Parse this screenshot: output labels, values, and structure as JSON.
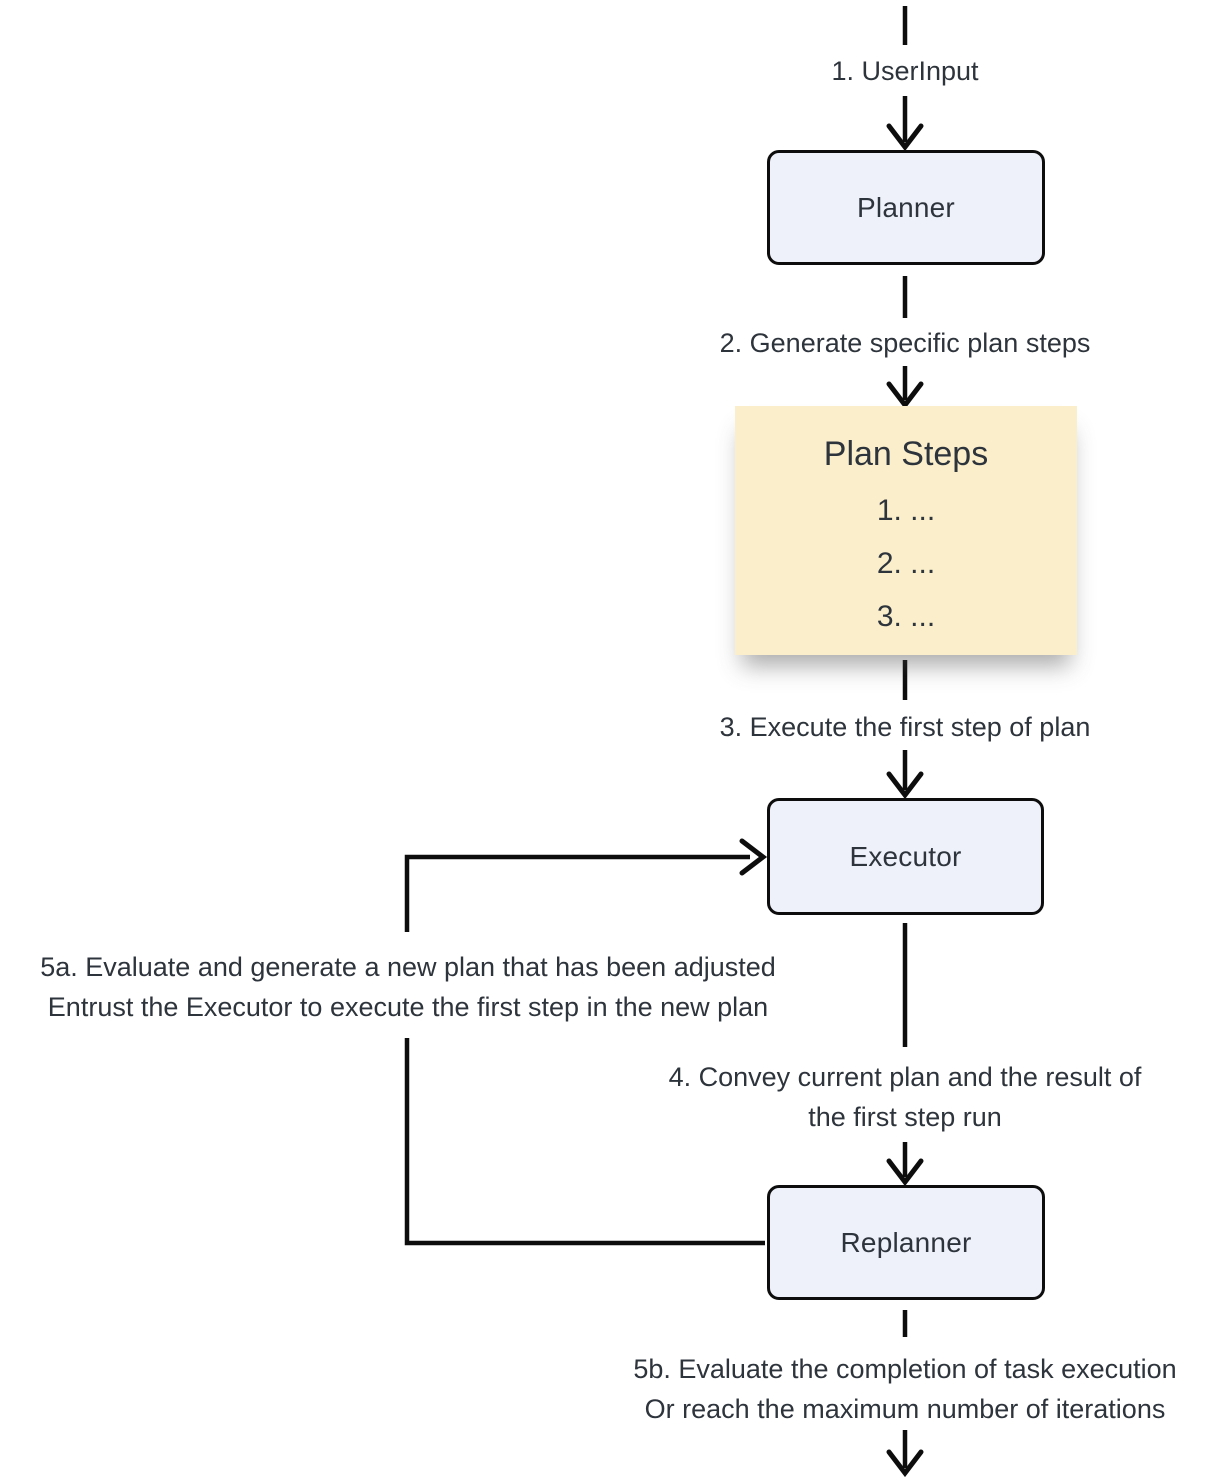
{
  "diagram": {
    "colors": {
      "node_fill": "#eef1fa",
      "node_border": "#0d0d0d",
      "note_fill": "#faeecb",
      "text": "#2e343c",
      "line": "#0d0d0d",
      "background": "#ffffff"
    },
    "nodes": {
      "planner": {
        "label": "Planner"
      },
      "executor": {
        "label": "Executor"
      },
      "replanner": {
        "label": "Replanner"
      }
    },
    "note": {
      "title": "Plan Steps",
      "items": [
        "1. ...",
        "2. ...",
        "3. ..."
      ]
    },
    "edges": {
      "user_input": {
        "label": "1. UserInput"
      },
      "generate": {
        "label": "2. Generate specific plan steps"
      },
      "execute": {
        "label": "3. Execute the first step of plan"
      },
      "convey": {
        "lines": [
          "4. Convey current plan and the result of",
          "the first step run"
        ]
      },
      "replan": {
        "lines": [
          "5a. Evaluate and generate a new plan that has been adjusted",
          "Entrust the Executor to execute the first step in the new plan"
        ]
      },
      "complete": {
        "lines": [
          "5b. Evaluate the completion of task execution",
          "Or reach the maximum number of iterations"
        ]
      }
    }
  }
}
